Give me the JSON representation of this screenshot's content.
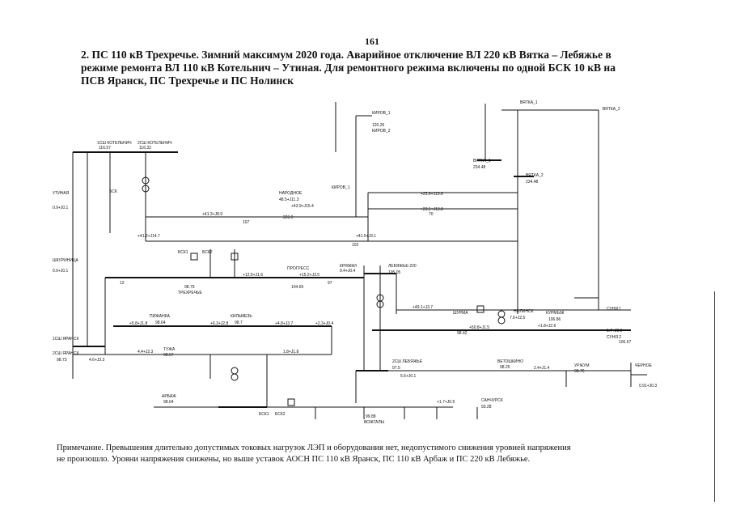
{
  "page_number": "161",
  "heading": {
    "line1": "2. ПС 110 кВ Трехречье. Зимний максимум 2020 года. Аварийное отключение ВЛ 220 кВ Вятка – Лебяжье в",
    "line2": "режиме ремонта ВЛ 110 кВ Котельнич – Утиная. Для ремонтного режима включены по одной БСК 10 кВ на",
    "line3": "ПСВ Яранск, ПС Трехречье и ПС Нолинск"
  },
  "note": {
    "line1": "Примечание. Превышения длительно допустимых токовых нагрузок ЛЭП и оборудования нет, недопустимого снижения уровней напряжения",
    "line2": "не произошло. Уровни напряжения снижены, но выше уставок АОСН ПС 110 кВ Яранск, ПС 110 кВ Арбаж и ПС 220 кВ Лебяжье."
  },
  "labels": {
    "kotelnich1": "1СШ КОТЕЛЬНИЧ",
    "kotelnich2": "2СШ КОТЕЛЬНИЧ",
    "kotelnich_v1": "116.57",
    "kotelnich_v2": "116.32",
    "utinaya": "УТИНАЯ",
    "utinaya_v": "0.9+J0.1",
    "kirov1": "КИРОВ_1",
    "kirov2": "КИРОВ_2",
    "kirov_v": "120.26",
    "vyatka1": "ВЯТКА_1",
    "vyatka2": "ВЯТКА_2",
    "vyatka_v1": "234.48",
    "vyatka_v2": "234.48",
    "vyatka_top1": "ВЯТКА_1",
    "vyatka_top2": "ВЯТКА_2",
    "narodnoe": "НАРОДНОЕ",
    "narodnoe_f": "48.5+J11.3",
    "narodnoe_f2": "+43.9+J15.4",
    "narodnoe_v": "223.9",
    "shkurinitsa": "ШКУРИНИЦА",
    "shkurinitsa_v": "0.9+J0.1",
    "progress": "ПРОГРЕСС",
    "progress_v": "104.65",
    "trehreche": "ТРЕХРЕЧЬЕ",
    "trehreche_v": "98.79",
    "lebyazhe220": "ЛЕБЯЖЬЕ-220",
    "lebyazhe_v": "105.05",
    "kryazhki": "КРЯЖКИ",
    "kryazhki_f": "9.4+J0.4",
    "pizhanka": "ПИЖАНКА",
    "pizhanka_v": "98.64",
    "kilmez": "КИЛЬМЕЗЬ",
    "kilmez_v": "98.7",
    "shurma": "ШУРМА",
    "shurma_v": "98.42",
    "nolinsk": "НОЛИНСК",
    "nolinsk_f": "7.6+J2.5",
    "kurmyzh": "КУРМЫЖ",
    "kurmyzh_v": "106.86",
    "sunya1": "СУНЯ 1",
    "sunya2": "СУНЯ 2",
    "sunya_v": "106.57",
    "yaransk1": "1СШ ЯРАНСК",
    "yaransk2": "2СШ ЯРАНСК",
    "yaransk_v": "98.73",
    "lebyazhe_ssh": "2СШ ЛЕБЯЖЬЕ",
    "lebyazhe_v2": "97.5",
    "tuzha": "ТУЖА",
    "tuzha_v": "98.57",
    "arbazh": "АРБАЖ",
    "arbazh_v": "98.64",
    "sanchursk": "САНЧУРСК",
    "sanchursk_v": "93.28",
    "urzhum": "УРЖУМ",
    "urzhum_v": "98.76",
    "vetoshkino": "ВЕТОШКИНО",
    "vetoshkino_v": "98.25",
    "chernoe": "ЧЕРНОЕ",
    "chernoe_v": "0.91+J0.3",
    "vozhgaly": "ВОЖГАЛЫ",
    "vozhgaly_v": "99.88",
    "bsk1": "БСК1",
    "bsk2": "БСК2",
    "bsk": "БСК",
    "line_107": "107",
    "line_102": "102",
    "line_12": "12",
    "line_97": "97",
    "line_70": "70",
    "flow_a": "+23.9+J13.6",
    "flow_b": "+23.5+J13.8",
    "flow_c": "+41.3+J8.9",
    "flow_d": "+41.2+J14.7",
    "flow_e": "+41.5+J3.1",
    "flow_f": "+12.5+J1.6",
    "flow_g": "+15.2+J3.5",
    "flow_h": "+5.8+J1.8",
    "flow_i": "+6.3+J2.8",
    "flow_j": "+4.8+J3.7",
    "flow_k": "+2.3+J0.4",
    "flow_l": "+50.8+J1.5",
    "flow_m": "+49.1+J3.7",
    "flow_n": "+1.8+J2.6",
    "flow_o": "1.7+J0.6",
    "flow_p": "4.4+J2.3",
    "flow_q": "1.8+J1.8",
    "flow_r": "2.4+J1.4",
    "flow_s": "+1.7+J0.5",
    "flow_t": "4.6+J3.3",
    "flow_u": "5.5+J0.1"
  }
}
